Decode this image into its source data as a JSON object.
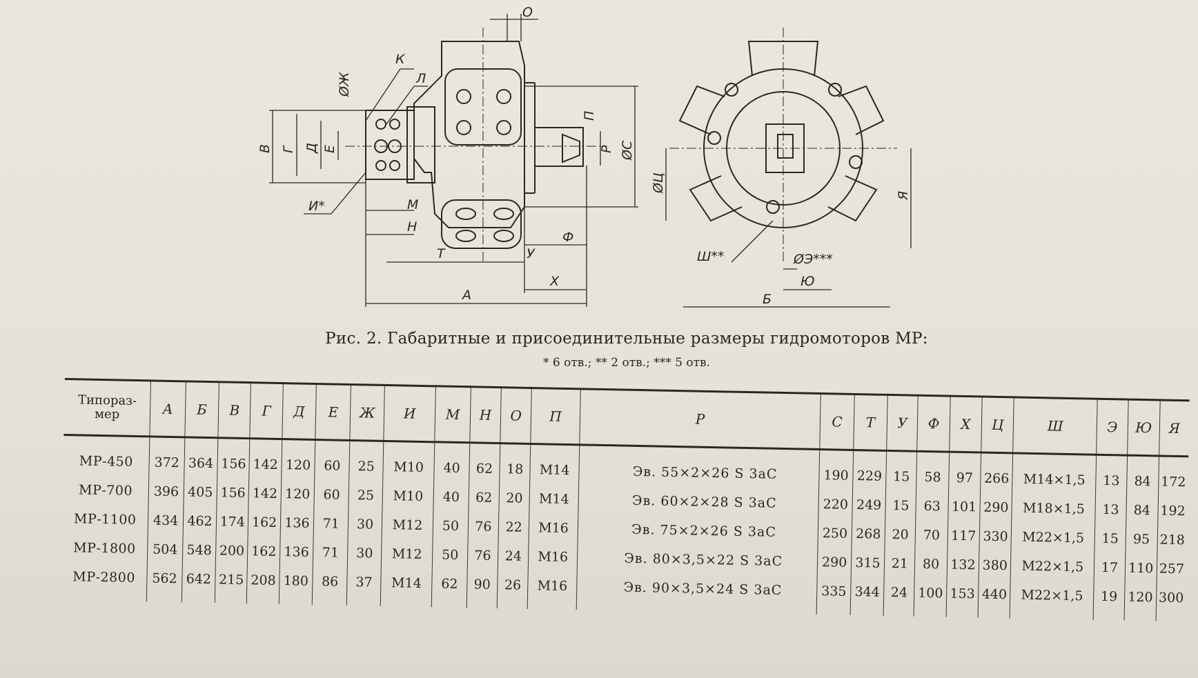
{
  "figure": {
    "side_view_labels": [
      "О",
      "К",
      "ØЖ",
      "Л",
      "В",
      "Г",
      "Д",
      "Е",
      "И*",
      "М",
      "Н",
      "П",
      "Р",
      "ØС",
      "Т",
      "У",
      "Ф",
      "Х",
      "А"
    ],
    "front_view_labels": [
      "ØЦ",
      "Я",
      "Ш**",
      "ØЭ***",
      "Ю",
      "Б"
    ]
  },
  "caption": "Рис. 2. Габаритные и присоединительные размеры гидромоторов МР:",
  "footnote": "* 6 отв.; ** 2 отв.; *** 5 отв.",
  "table": {
    "header": [
      "Типораз-\nмер",
      "А",
      "Б",
      "В",
      "Г",
      "Д",
      "Е",
      "Ж",
      "И",
      "М",
      "Н",
      "О",
      "П",
      "Р",
      "С",
      "Т",
      "У",
      "Ф",
      "Х",
      "Ц",
      "Ш",
      "Э",
      "Ю",
      "Я"
    ],
    "rows": [
      [
        "МР-450",
        "372",
        "364",
        "156",
        "142",
        "120",
        "60",
        "25",
        "М10",
        "40",
        "62",
        "18",
        "М14",
        "Эв. 55×2×26 S 3аС",
        "190",
        "229",
        "15",
        "58",
        "97",
        "266",
        "М14×1,5",
        "13",
        "84",
        "172"
      ],
      [
        "МР-700",
        "396",
        "405",
        "156",
        "142",
        "120",
        "60",
        "25",
        "М10",
        "40",
        "62",
        "20",
        "М14",
        "Эв. 60×2×28 S 3аС",
        "220",
        "249",
        "15",
        "63",
        "101",
        "290",
        "М18×1,5",
        "13",
        "84",
        "192"
      ],
      [
        "МР-1100",
        "434",
        "462",
        "174",
        "162",
        "136",
        "71",
        "30",
        "М12",
        "50",
        "76",
        "22",
        "М16",
        "Эв. 75×2×26 S 3аС",
        "250",
        "268",
        "20",
        "70",
        "117",
        "330",
        "М22×1,5",
        "15",
        "95",
        "218"
      ],
      [
        "МР-1800",
        "504",
        "548",
        "200",
        "162",
        "136",
        "71",
        "30",
        "М12",
        "50",
        "76",
        "24",
        "М16",
        "Эв. 80×3,5×22 S 3аС",
        "290",
        "315",
        "21",
        "80",
        "132",
        "380",
        "М22×1,5",
        "17",
        "110",
        "257"
      ],
      [
        "МР-2800",
        "562",
        "642",
        "215",
        "208",
        "180",
        "86",
        "37",
        "М14",
        "62",
        "90",
        "26",
        "М16",
        "Эв. 90×3,5×24 S 3аС",
        "335",
        "344",
        "24",
        "100",
        "153",
        "440",
        "М22×1,5",
        "19",
        "120",
        "300"
      ]
    ]
  }
}
